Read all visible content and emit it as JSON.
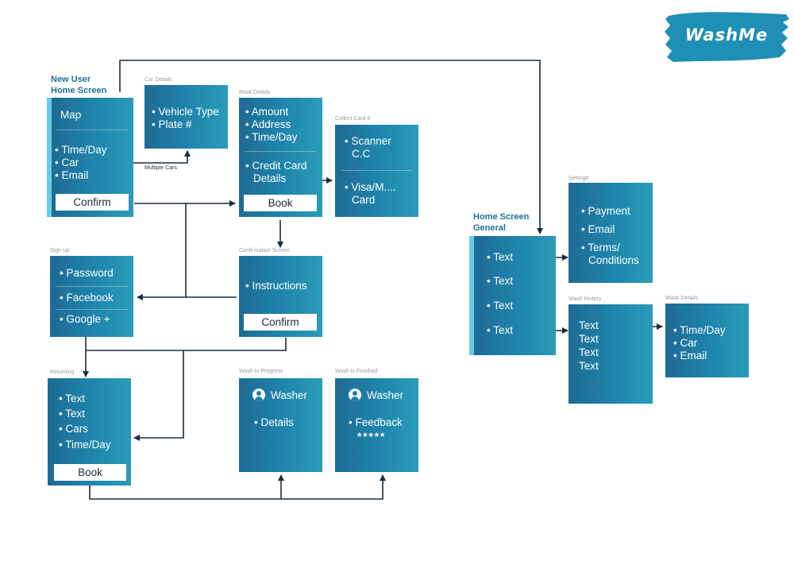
{
  "logo": {
    "text": "WashMe",
    "color": "#1f8fb5"
  },
  "colors": {
    "screen_left": "#1d6b94",
    "screen_right": "#2a9cb8",
    "accent_bar": "#63cfe6",
    "connector": "#1b2b3b"
  },
  "screens": {
    "new_user_home": {
      "title": "New User Home Screen",
      "title_line1": "New User",
      "title_line2": "Home Screen",
      "map": "Map",
      "items": [
        "• Time/Day",
        "• Car",
        "• Email"
      ],
      "button": "Confirm"
    },
    "car_details": {
      "caption": "Car Details",
      "items": [
        "• Vehicle Type",
        "• Plate #"
      ]
    },
    "book_details": {
      "caption": "Book Details",
      "items": [
        "• Amount",
        "• Address",
        "• Time/Day"
      ],
      "payment_line1": "• Credit Card",
      "payment_line2": "Details",
      "button": "Book"
    },
    "collect_card": {
      "caption": "Collect Card #",
      "scanner_line1": "• Scanner",
      "scanner_line2": "C.C",
      "visa_line1": "• Visa/M....",
      "visa_line2": "Card"
    },
    "sign_up": {
      "caption": "Sign Up",
      "items": [
        "• Password",
        "• Facebook",
        "• Google +"
      ]
    },
    "confirmation": {
      "caption": "Confirmation Screen",
      "item": "• Instructions",
      "button": "Confirm"
    },
    "returning": {
      "caption": "Returning",
      "items": [
        "• Text",
        "• Text",
        "• Cars",
        "• Time/Day"
      ],
      "button": "Book"
    },
    "wash_in_progress": {
      "caption": "Wash In Progress",
      "washer": "Washer",
      "item": "• Details"
    },
    "wash_finished": {
      "caption": "Wash Is Finished",
      "washer": "Washer",
      "item": "• Feedback",
      "rating": "*****"
    },
    "home_general": {
      "title_line1": "Home Screen",
      "title_line2": "General",
      "items": [
        "• Text",
        "• Text",
        "• Text",
        "• Text"
      ]
    },
    "settings": {
      "caption": "Settings",
      "items": [
        "• Payment",
        "• Email"
      ],
      "terms_line1": "• Terms/",
      "terms_line2": "Conditions"
    },
    "wash_history": {
      "caption": "Wash History",
      "items": [
        "Text",
        "Text",
        "Text",
        "Text"
      ]
    },
    "wash_details": {
      "caption": "Wash Details",
      "items": [
        "• Time/Day",
        "• Car",
        "• Email"
      ]
    }
  },
  "annotations": {
    "multiple_cars": "Multiple Cars"
  },
  "icons": {
    "connector_arrow": "arrow-icon",
    "washer_avatar": "user-avatar-icon"
  }
}
